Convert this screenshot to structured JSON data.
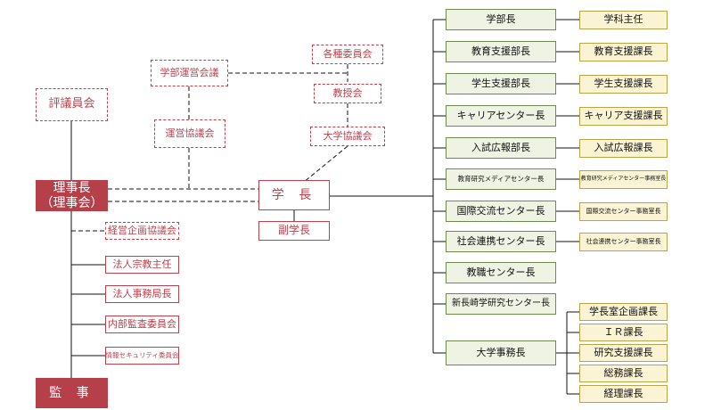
{
  "council": "評議員会",
  "chairman": "理事長\n（理事会）",
  "auditor": "監 事",
  "faculty_council": "学部運営会議",
  "operations_council": "運営協議会",
  "committees": "各種委員会",
  "faculty_meeting": "教授会",
  "university_council": "大学協議会",
  "president": "学 長",
  "vice_president": "副学長",
  "chair_bodies": [
    "経営企画協議会",
    "法人宗教主任",
    "法人事務局長",
    "内部監査委員会",
    "情報セキュリティ委員会"
  ],
  "departments": [
    "学部長",
    "教育支援部長",
    "学生支援部長",
    "キャリアセンター長",
    "入試広報部長",
    "教育研究メディアセンター長",
    "国際交流センター長",
    "社会連携センター長",
    "教職センター長",
    "新長崎学研究センター長",
    "大学事務長"
  ],
  "sections": [
    "学科主任",
    "教育支援課長",
    "学生支援課長",
    "キャリア支援課長",
    "入試広報課長",
    "教育研究メディアセンター事務室長",
    "国際交流センター事務室長",
    "社会連携センター事務室長"
  ],
  "admin_sections": [
    "学長室企画課長",
    "ＩＲ課長",
    "研究支援課長",
    "総務課長",
    "経理課長"
  ]
}
